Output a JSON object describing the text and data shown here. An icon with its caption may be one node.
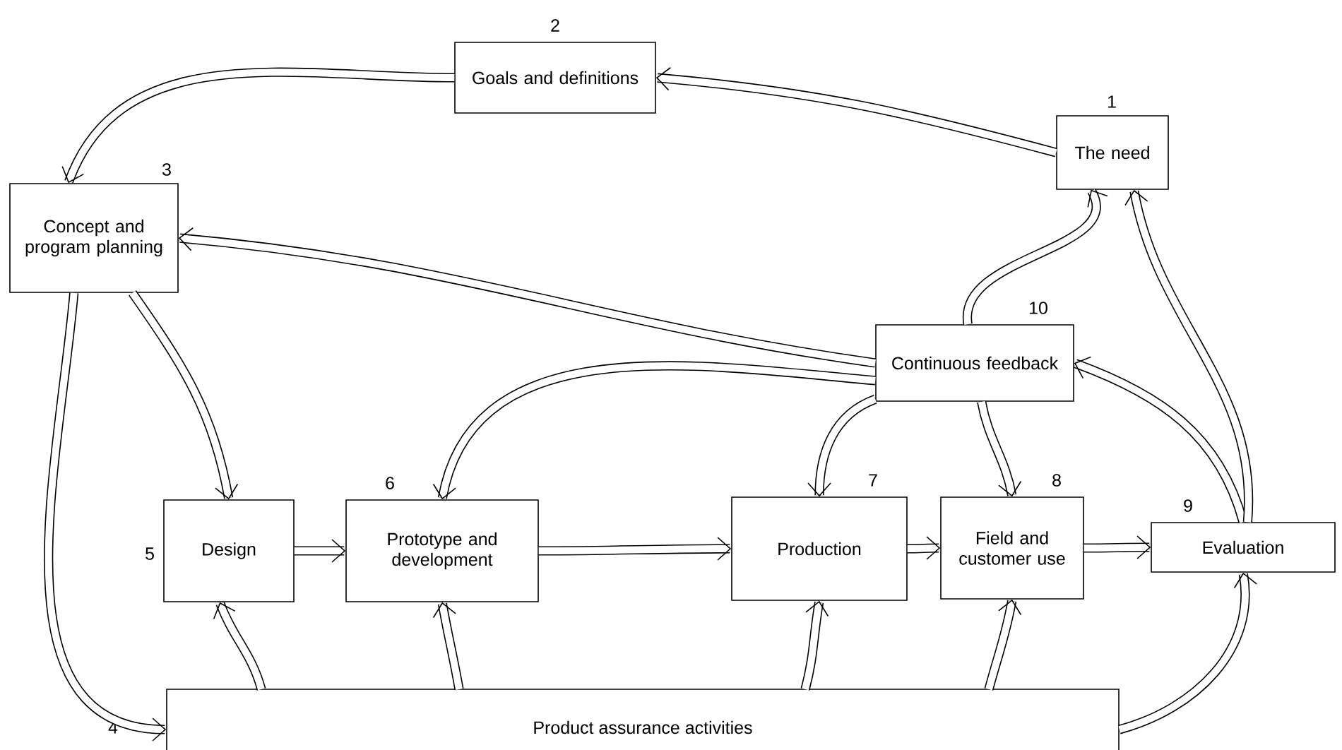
{
  "diagram": {
    "nodes": [
      {
        "text": [
          "The need"
        ],
        "beside": [
          "1"
        ]
      },
      {
        "text": [
          "Goals and definitions"
        ],
        "beside": [
          "2"
        ]
      },
      {
        "text": [
          "Concept and program planning"
        ],
        "beside": [
          "3"
        ]
      },
      {
        "text": [
          "Product assurance activities"
        ],
        "beside": [
          "4"
        ]
      },
      {
        "text": [
          "Design"
        ],
        "beside": [
          "5"
        ]
      },
      {
        "text": [
          "Prototype and development"
        ],
        "beside": [
          "6"
        ]
      },
      {
        "text": [
          "Production"
        ],
        "beside": [
          "7"
        ]
      },
      {
        "text": [
          "Field and customer use"
        ],
        "beside": [
          "8"
        ]
      },
      {
        "text": [
          "Evaluation"
        ],
        "beside": [
          "9"
        ]
      },
      {
        "text": [
          "Continuous feedback"
        ],
        "beside": [
          "10"
        ]
      }
    ],
    "edges": [
      {
        "from": 0,
        "to": 1,
        "arrow": "to"
      },
      {
        "from": 1,
        "to": 2,
        "arrow": "to"
      },
      {
        "from": 2,
        "to": 4,
        "arrow": "to"
      },
      {
        "from": 2,
        "to": 3,
        "arrow": "to"
      },
      {
        "from": 4,
        "to": 5,
        "arrow": "to"
      },
      {
        "from": 5,
        "to": 6,
        "arrow": "to"
      },
      {
        "from": 6,
        "to": 7,
        "arrow": "to"
      },
      {
        "from": 7,
        "to": 8,
        "arrow": "to"
      },
      {
        "from": 3,
        "to": 4,
        "arrow": "to"
      },
      {
        "from": 3,
        "to": 5,
        "arrow": "to"
      },
      {
        "from": 3,
        "to": 6,
        "arrow": "to"
      },
      {
        "from": 3,
        "to": 7,
        "arrow": "to"
      },
      {
        "from": 3,
        "to": 8,
        "arrow": "to"
      },
      {
        "from": 8,
        "to": 9,
        "arrow": "to"
      },
      {
        "from": 8,
        "to": 0,
        "arrow": "to"
      },
      {
        "from": 9,
        "to": 0,
        "arrow": "to"
      },
      {
        "from": 9,
        "to": 2,
        "arrow": "to"
      },
      {
        "from": 9,
        "to": 5,
        "arrow": "to"
      },
      {
        "from": 9,
        "to": 6,
        "arrow": "to"
      },
      {
        "from": 9,
        "to": 7,
        "arrow": "to"
      }
    ]
  }
}
